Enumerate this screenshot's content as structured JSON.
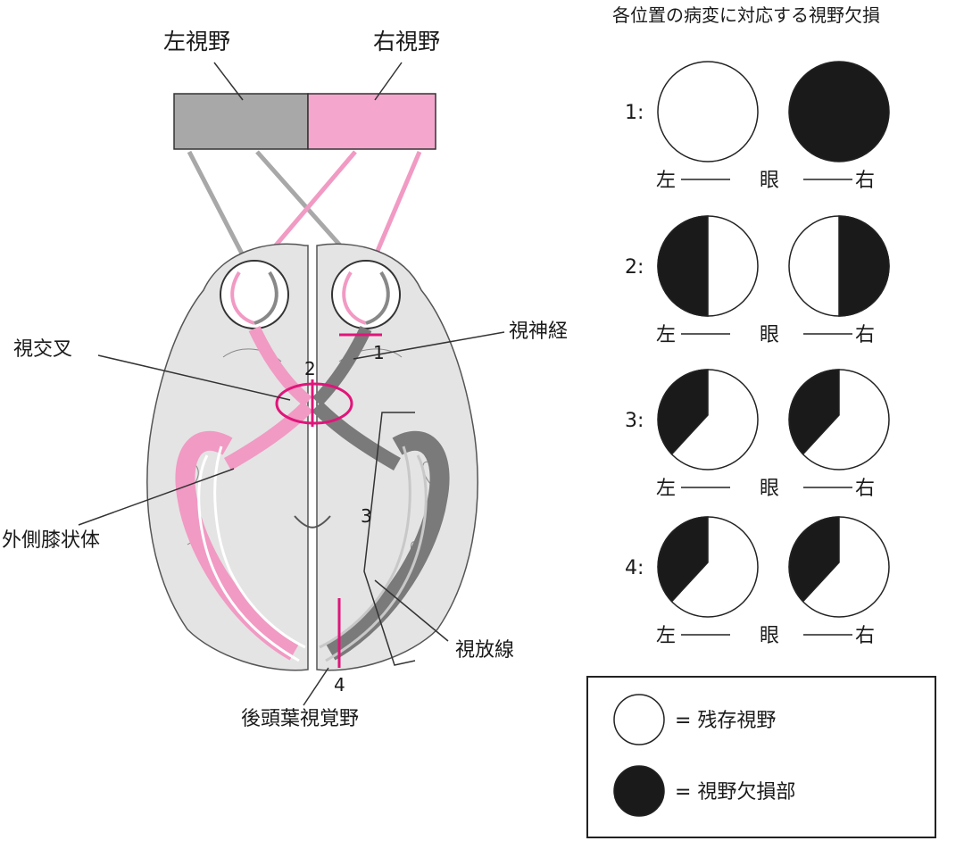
{
  "visual_field": {
    "left_label": "左視野",
    "right_label": "右視野",
    "colors": {
      "left": "#a8a8a8",
      "right": "#f4a6cc"
    }
  },
  "brain_labels": {
    "optic_chiasm": "視交叉",
    "optic_nerve": "視神経",
    "lgn": "外側膝状体",
    "optic_radiation": "視放線",
    "visual_cortex": "後頭葉視覚野"
  },
  "lesion_markers": [
    "1",
    "2",
    "3",
    "4"
  ],
  "defects": {
    "title": "各位置の病変に対応する視野欠損",
    "rows": [
      {
        "id": "1:",
        "left_eye": "左",
        "eye": "眼",
        "right_eye": "右",
        "left_pattern": "none",
        "right_pattern": "full"
      },
      {
        "id": "2:",
        "left_eye": "左",
        "eye": "眼",
        "right_eye": "右",
        "left_pattern": "left-half",
        "right_pattern": "right-half"
      },
      {
        "id": "3:",
        "left_eye": "左",
        "eye": "眼",
        "right_eye": "右",
        "left_pattern": "upper-left-wedge",
        "right_pattern": "upper-left-wedge"
      },
      {
        "id": "4:",
        "left_eye": "左",
        "eye": "眼",
        "right_eye": "右",
        "left_pattern": "upper-left-wedge",
        "right_pattern": "upper-left-wedge"
      }
    ]
  },
  "legend": {
    "remaining": "= 残存視野",
    "defect": "= 視野欠損部"
  },
  "colors": {
    "lesion": "#e0157a",
    "pathway_pink": "#f19ac3",
    "pathway_gray": "#7a7a7a",
    "brain": "#e4e4e4",
    "defect": "#1a1a1a"
  }
}
